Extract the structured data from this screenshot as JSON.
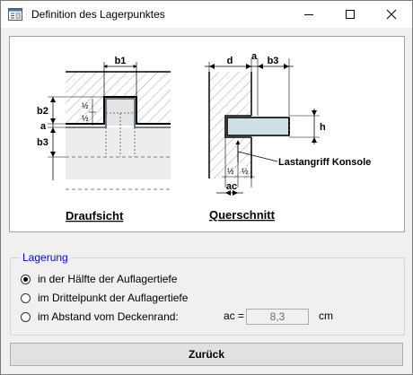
{
  "window": {
    "title": "Definition des Lagerpunktes",
    "icon": "form-window-icon",
    "minimize_icon": "minimize-icon",
    "maximize_icon": "maximize-icon",
    "close_icon": "close-icon"
  },
  "drawing": {
    "plan_view_caption": "Draufsicht",
    "section_caption": "Querschnitt",
    "plan_labels": {
      "b1": "b1",
      "b2": "b2",
      "a": "a",
      "b3": "b3",
      "half_top": "½",
      "half_bottom": "½"
    },
    "section_labels": {
      "d": "d",
      "a": "a",
      "b3": "b3",
      "h": "h",
      "ac": "ac",
      "half_left": "½",
      "half_right": "½",
      "load_label": "Lastangriff Konsole"
    }
  },
  "lagerung": {
    "legend": "Lagerung",
    "options": [
      {
        "label": "in der Hälfte der Auflagertiefe",
        "checked": true
      },
      {
        "label": "im Drittelpunkt der Auflagertiefe",
        "checked": false
      },
      {
        "label": "im Abstand vom Deckenrand:",
        "checked": false
      }
    ],
    "ac_label": "ac =",
    "ac_value": "8,3",
    "ac_unit": "cm"
  },
  "buttons": {
    "back_label": "Zurück"
  }
}
